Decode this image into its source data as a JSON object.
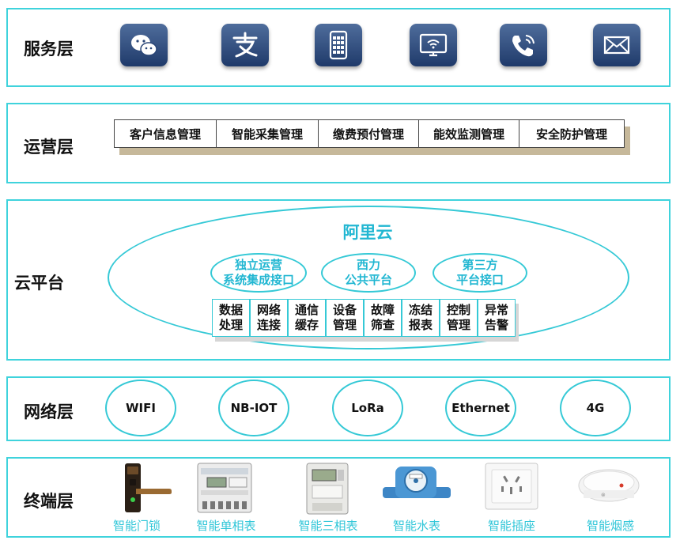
{
  "layers": {
    "service": {
      "title": "服务层",
      "icons": [
        "wechat-icon",
        "alipay-icon",
        "phone-keypad-icon",
        "screen-wifi-icon",
        "phone-call-icon",
        "mail-icon"
      ]
    },
    "operation": {
      "title": "运营层",
      "blocks": [
        "客户信息管理",
        "智能采集管理",
        "缴费预付管理",
        "能效监测管理",
        "安全防护管理"
      ]
    },
    "cloud": {
      "title": "云平台",
      "platform": "阿里云",
      "subs": [
        {
          "line1": "独立运营",
          "line2": "系统集成接口"
        },
        {
          "line1": "西力",
          "line2": "公共平台"
        },
        {
          "line1": "第三方",
          "line2": "平台接口"
        }
      ],
      "modules": [
        {
          "line1": "数据",
          "line2": "处理"
        },
        {
          "line1": "网络",
          "line2": "连接"
        },
        {
          "line1": "通信",
          "line2": "缓存"
        },
        {
          "line1": "设备",
          "line2": "管理"
        },
        {
          "line1": "故障",
          "line2": "筛查"
        },
        {
          "line1": "冻结",
          "line2": "报表"
        },
        {
          "line1": "控制",
          "line2": "管理"
        },
        {
          "line1": "异常",
          "line2": "告警"
        }
      ]
    },
    "network": {
      "title": "网络层",
      "items": [
        "WIFI",
        "NB-IOT",
        "LoRa",
        "Ethernet",
        "4G"
      ]
    },
    "terminal": {
      "title": "终端层",
      "devices": [
        "智能门锁",
        "智能单相表",
        "智能三相表",
        "智能水表",
        "智能插座",
        "智能烟感"
      ]
    }
  },
  "colors": {
    "border": "#3fd3dc",
    "accent_text": "#2fc6d8",
    "icon_bg": "#2a4677",
    "shadow": "#c6b89a"
  }
}
